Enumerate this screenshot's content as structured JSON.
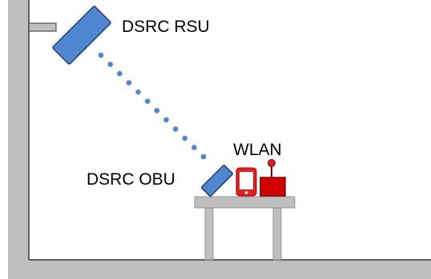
{
  "labels": {
    "rsu": "DSRC RSU",
    "obu": "DSRC OBU",
    "wlan": "WLAN"
  },
  "devices": {
    "rsu": {
      "name": "DSRC RSU",
      "color": "#4f86cf",
      "stroke": "#1f3f6b"
    },
    "obu": {
      "name": "DSRC OBU",
      "color": "#4f86cf",
      "stroke": "#1f3f6b"
    },
    "smartphone": {
      "color": "#e02020",
      "stroke": "#b00000"
    },
    "wlan_router": {
      "name": "WLAN",
      "color": "#d40000",
      "stroke": "#7a0000"
    }
  },
  "link": {
    "from": "DSRC RSU",
    "to": "DSRC OBU",
    "style": "dotted",
    "color": "#4f86cf"
  },
  "structure": {
    "wall_color": "#bfbfbf",
    "edge_color": "#333333",
    "table_top_color": "#bfbfbf",
    "table_leg_color": "#bfbfbf"
  }
}
